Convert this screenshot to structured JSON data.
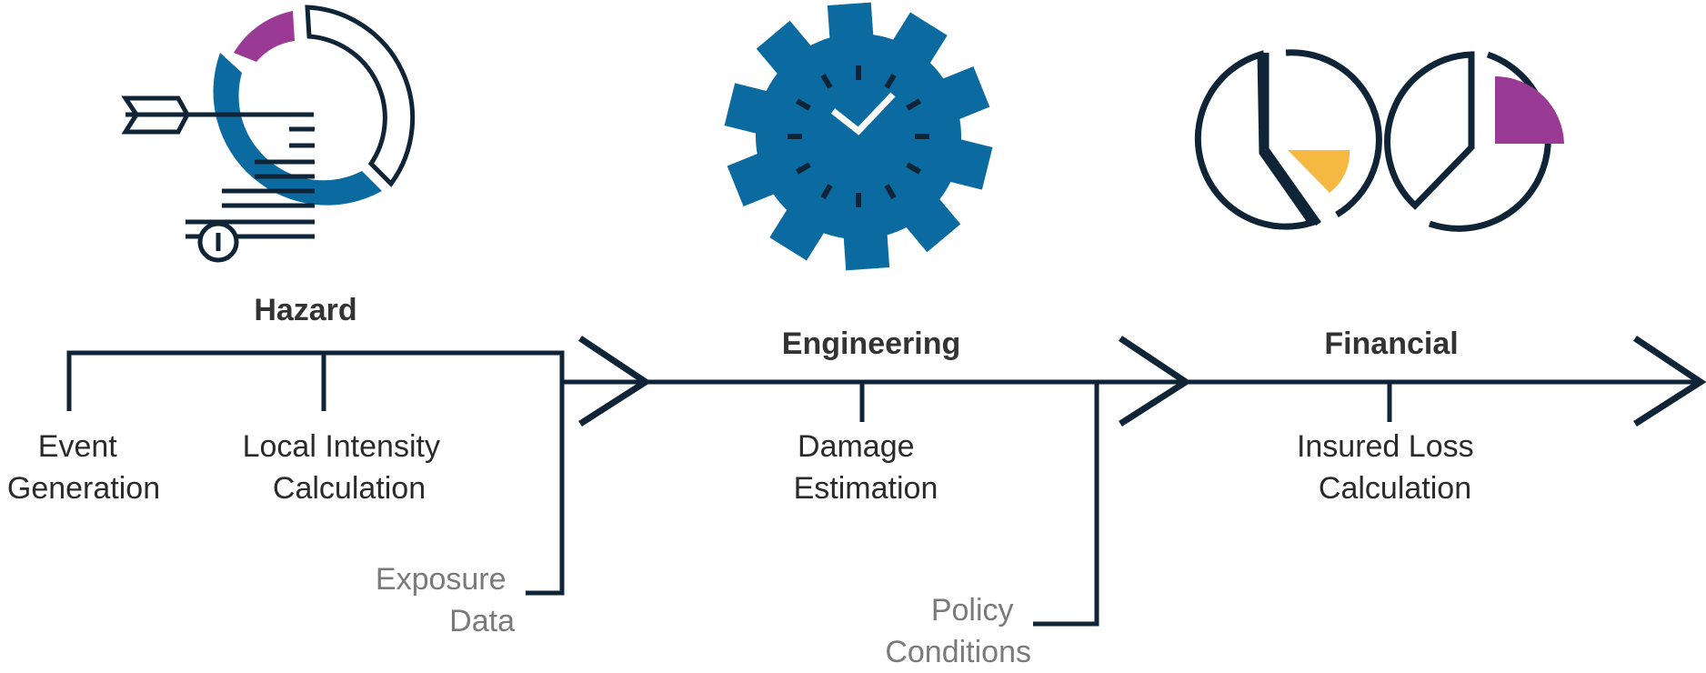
{
  "colors": {
    "navy": "#0f2537",
    "blue": "#0b6aa0",
    "purple": "#9b3a94",
    "yellow": "#f5b942",
    "title_text": "#333333",
    "label_text": "#2a2a2a",
    "input_text": "#7a7a7a"
  },
  "icons": {
    "hazard": "hazard-target-ring-icon",
    "engineering": "gear-clock-icon",
    "financial": "pie-charts-icon"
  },
  "stages": {
    "hazard": "Hazard",
    "engineering": "Engineering",
    "financial": "Financial"
  },
  "steps": {
    "event_generation": [
      "Event",
      "Generation"
    ],
    "local_intensity": [
      "Local Intensity",
      "Calculation"
    ],
    "damage_estimation": [
      "Damage",
      "Estimation"
    ],
    "insured_loss": [
      "Insured Loss",
      "Calculation"
    ]
  },
  "inputs": {
    "exposure_data": [
      "Exposure",
      "Data"
    ],
    "policy_conditions": [
      "Policy",
      "Conditions"
    ]
  }
}
